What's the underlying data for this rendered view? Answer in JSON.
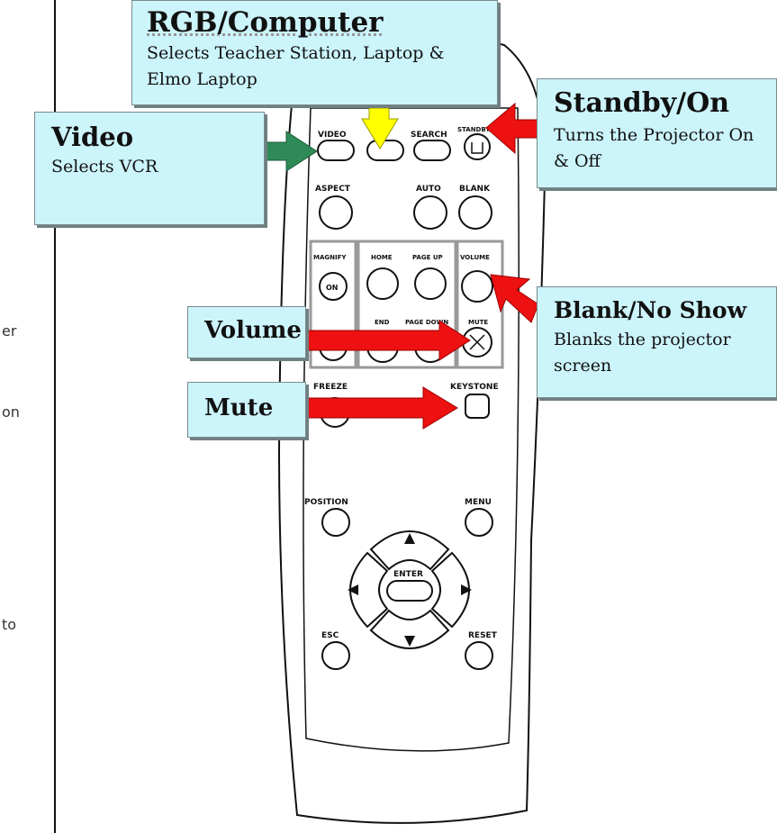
{
  "margin_fragments": [
    "er",
    "on",
    "to"
  ],
  "callouts": {
    "rgb": {
      "title": "RGB/Computer",
      "desc": "Selects Teacher Station, Laptop & Elmo Laptop"
    },
    "video": {
      "title": "Video",
      "desc": "Selects VCR"
    },
    "standby": {
      "title": "Standby/On",
      "desc": "Turns the Projector On & Off"
    },
    "blank": {
      "title": "Blank/No Show",
      "desc": "Blanks the projector screen"
    },
    "volume": {
      "title": "Volume"
    },
    "mute": {
      "title": "Mute"
    }
  },
  "remote": {
    "labels": {
      "video": "VIDEO",
      "search": "SEARCH",
      "standby": "STANDBY/ON",
      "aspect": "ASPECT",
      "auto": "AUTO",
      "blank": "BLANK",
      "magnify": "MAGNIFY",
      "on": "ON",
      "home": "HOME",
      "page_up": "PAGE UP",
      "volume": "VOLUME",
      "end": "END",
      "page_down": "PAGE DOWN",
      "mute": "MUTE",
      "freeze": "FREEZE",
      "keystone": "KEYSTONE",
      "position": "POSITION",
      "menu": "MENU",
      "enter": "ENTER",
      "esc": "ESC",
      "reset": "RESET"
    }
  },
  "colors": {
    "callout_bg": "#ccf4fb",
    "arrow_red": "#ee1111",
    "arrow_green": "#2e8b57",
    "arrow_yellow": "#ffff00"
  }
}
